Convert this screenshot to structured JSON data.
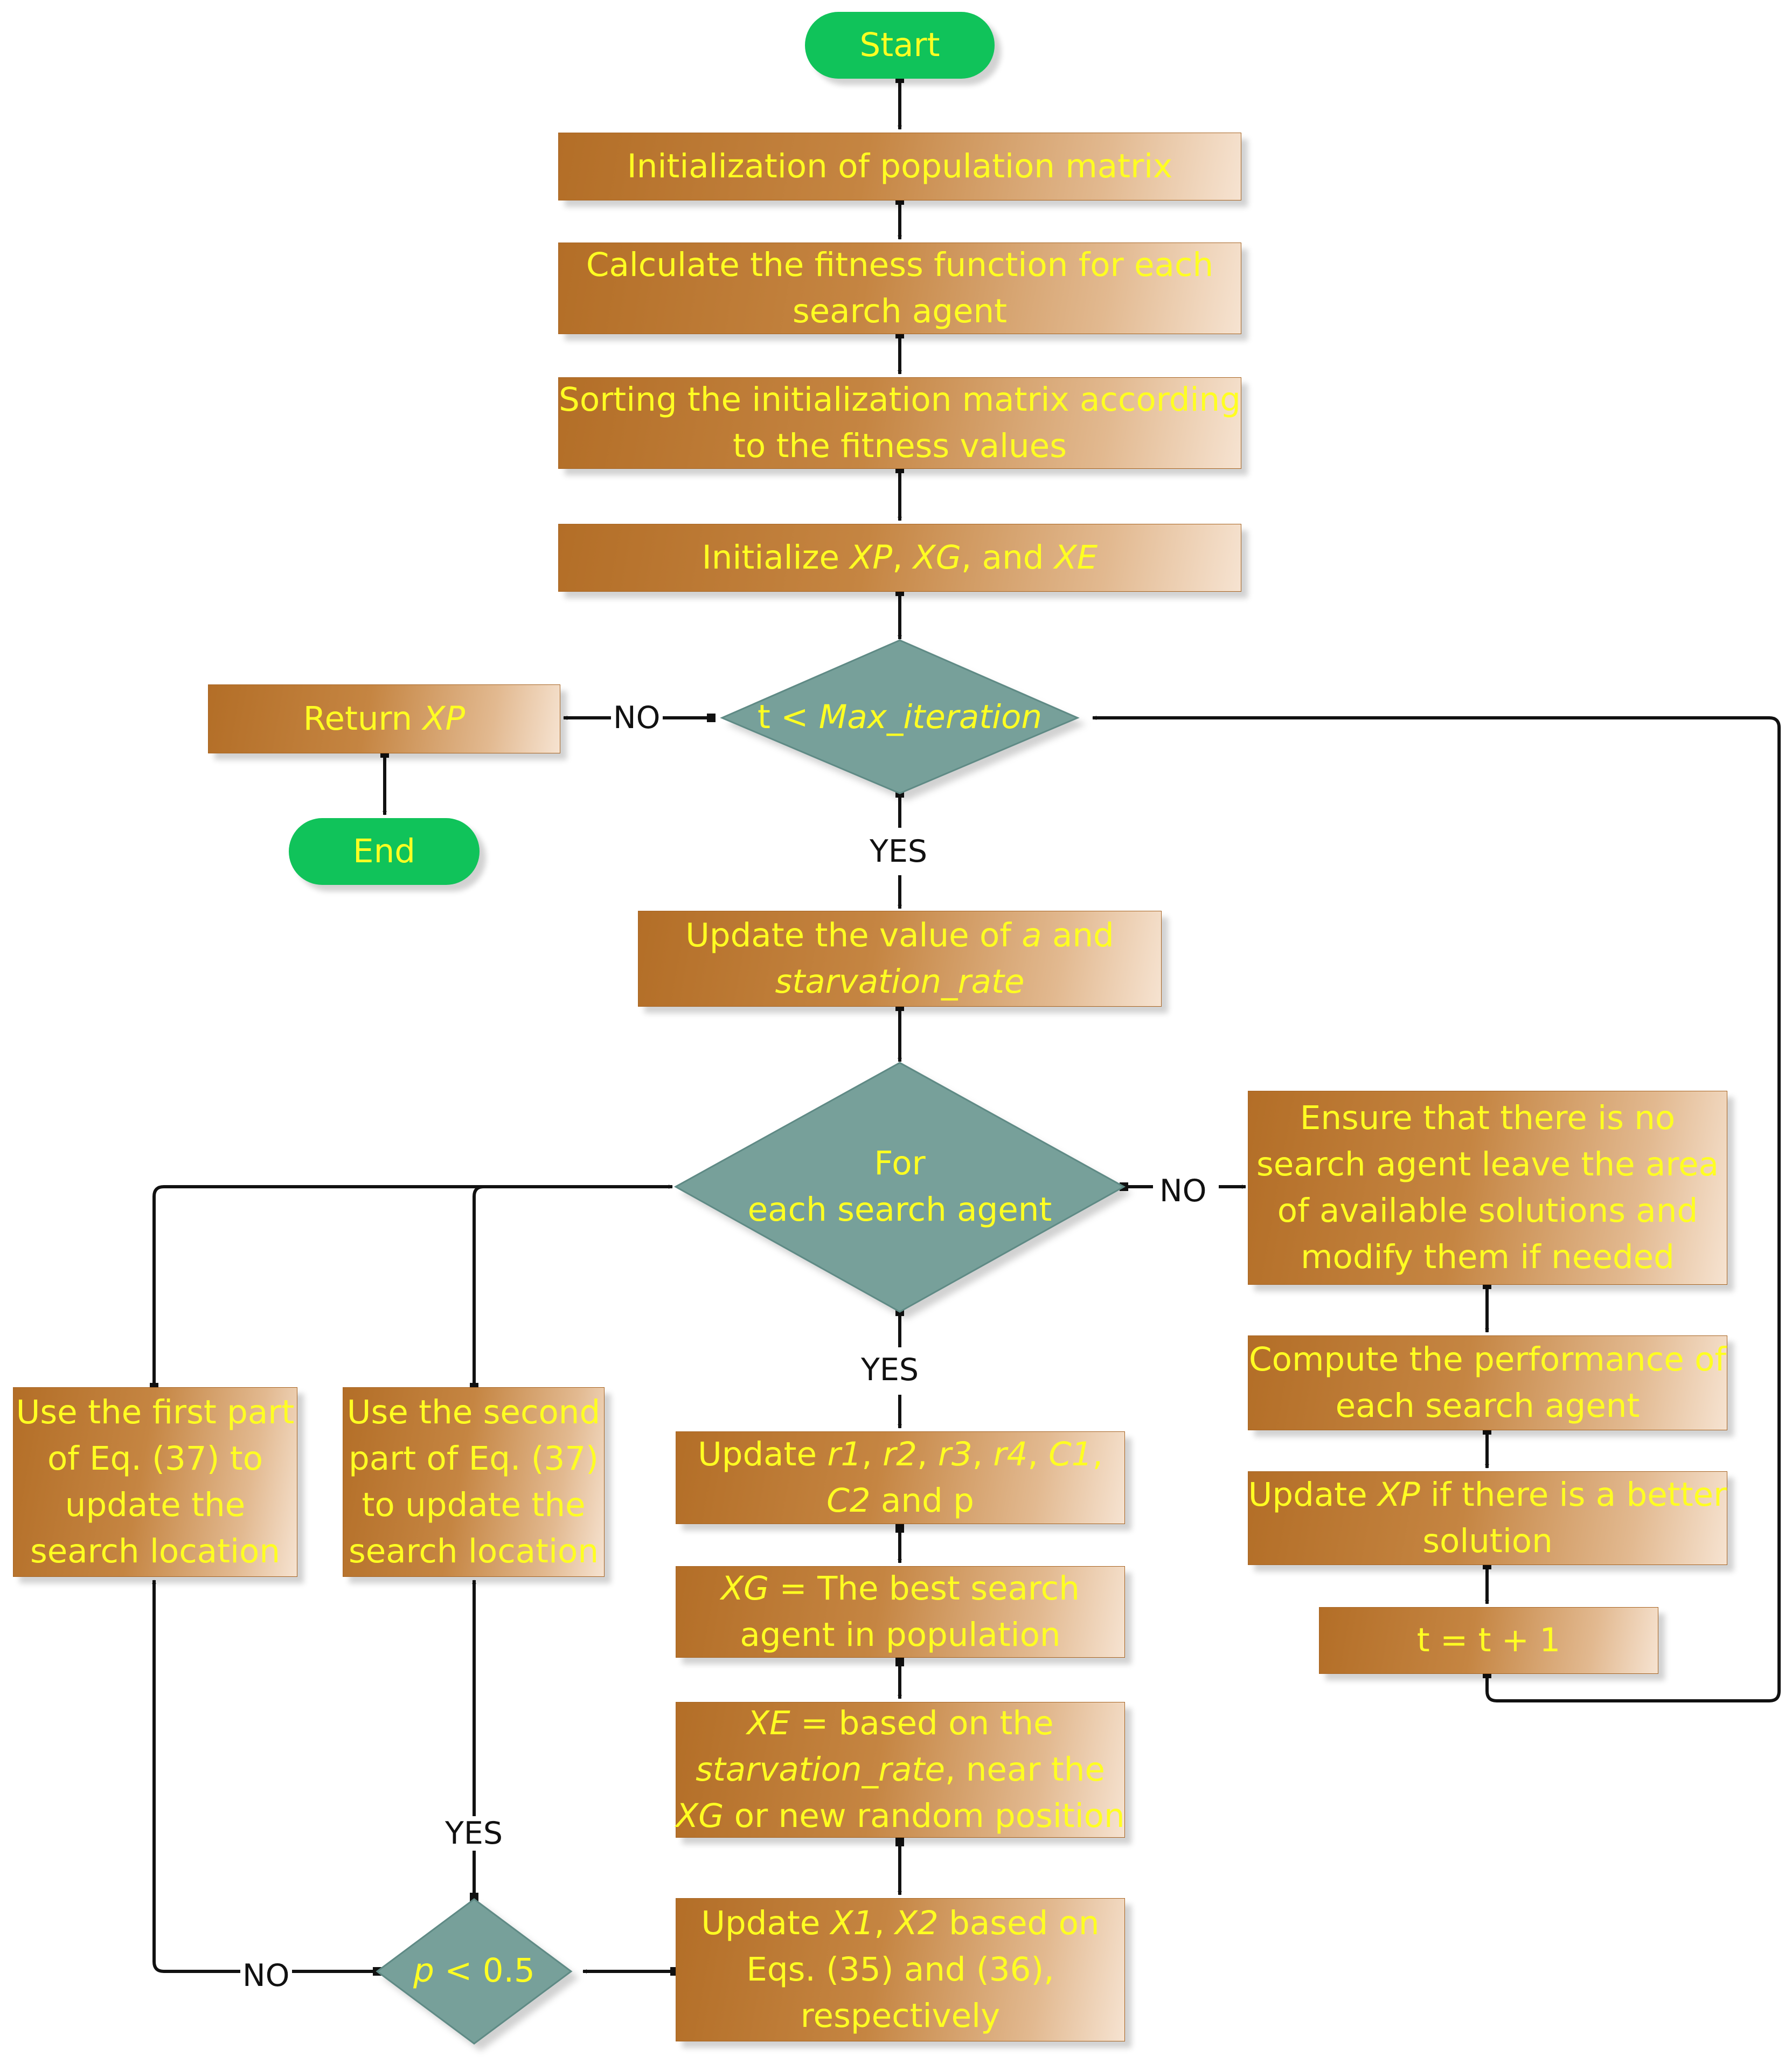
{
  "nodes": {
    "start": "Start",
    "init": "Initialization of population matrix",
    "fitness": [
      "Calculate the fitness function for each",
      "search agent"
    ],
    "sort": [
      "Sorting the initialization matrix according",
      "to the fitness values"
    ],
    "initx": {
      "pre": "Initialize ",
      "xp": "XP",
      "c1": ", ",
      "xg": "XG",
      "c2": ", and ",
      "xe": "XE"
    },
    "cond_iter": {
      "pre": "t < ",
      "var": "Max_iteration"
    },
    "ret": {
      "pre": "Return ",
      "var": "XP"
    },
    "end": "End",
    "update_a": {
      "l1pre": "Update the value of ",
      "a": "a",
      "l1post": " and",
      "l2": "starvation_rate"
    },
    "cond_for": [
      "For",
      "each search agent"
    ],
    "ensure": [
      "Ensure that there is no",
      "search agent leave the area",
      "of available solutions and",
      "modify them if needed"
    ],
    "compute": [
      "Compute the performance of",
      "each search agent"
    ],
    "update_xp": {
      "pre": "Update ",
      "xp": "XP",
      "post": " if there is a better",
      "l2": "solution"
    },
    "tinc": "t = t + 1",
    "update_r": {
      "pre": "Update ",
      "r1": "r1",
      "s1": ", ",
      "r2": "r2",
      "s2": ", ",
      "r3": "r3",
      "s3": ", ",
      "r4": "r4",
      "s4": ", ",
      "c1": "C1",
      "s5": ",",
      "c2": "C2",
      "post": " and p"
    },
    "xg_best": {
      "xg": "XG",
      "l1post": " = The best search",
      "l2": "agent in population"
    },
    "xe_based": {
      "xe": "XE",
      "l1post": " = based on the",
      "sr": "starvation_rate",
      "l2post": ", near the",
      "xg": "XG",
      "l3post": " or new random position"
    },
    "update_x": {
      "pre": "Update ",
      "x1": "X1",
      "sep": ", ",
      "x2": "X2",
      "post": "  based on",
      "l2": "Eqs. (35) and (36),",
      "l3": "respectively"
    },
    "cond_p": {
      "p": "p",
      "post": " < 0.5"
    },
    "first_part": [
      "Use the first part",
      "of Eq. (37) to",
      "update the",
      "search location"
    ],
    "second_part": [
      "Use the second",
      "part of Eq. (37)",
      "to update the",
      "search location"
    ]
  },
  "edge_labels": {
    "no_iter": "NO",
    "yes_iter": "YES",
    "no_for": "NO",
    "yes_for": "YES",
    "yes_p": "YES",
    "no_p": "NO"
  },
  "colors": {
    "box_start": "#b36e27",
    "box_end": "#f6e3d1",
    "terminal": "#10c35a",
    "decision": "#77a09a",
    "text": "#ffff22",
    "line": "#111111"
  }
}
